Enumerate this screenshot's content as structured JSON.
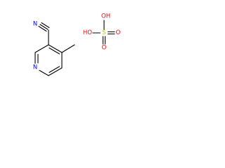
{
  "molecule_1": {
    "atoms": {
      "nitrile_n": "N",
      "ring_n": "N"
    }
  },
  "molecule_2": {
    "atoms": {
      "s": "S",
      "o_top": "OH",
      "o_left": "HO",
      "o_right": "O",
      "o_bottom": "O"
    }
  },
  "colors": {
    "bond": "#000000",
    "nitrogen": "#0000ff",
    "oxygen": "#ff0000",
    "sulfur": "#cccc00"
  }
}
